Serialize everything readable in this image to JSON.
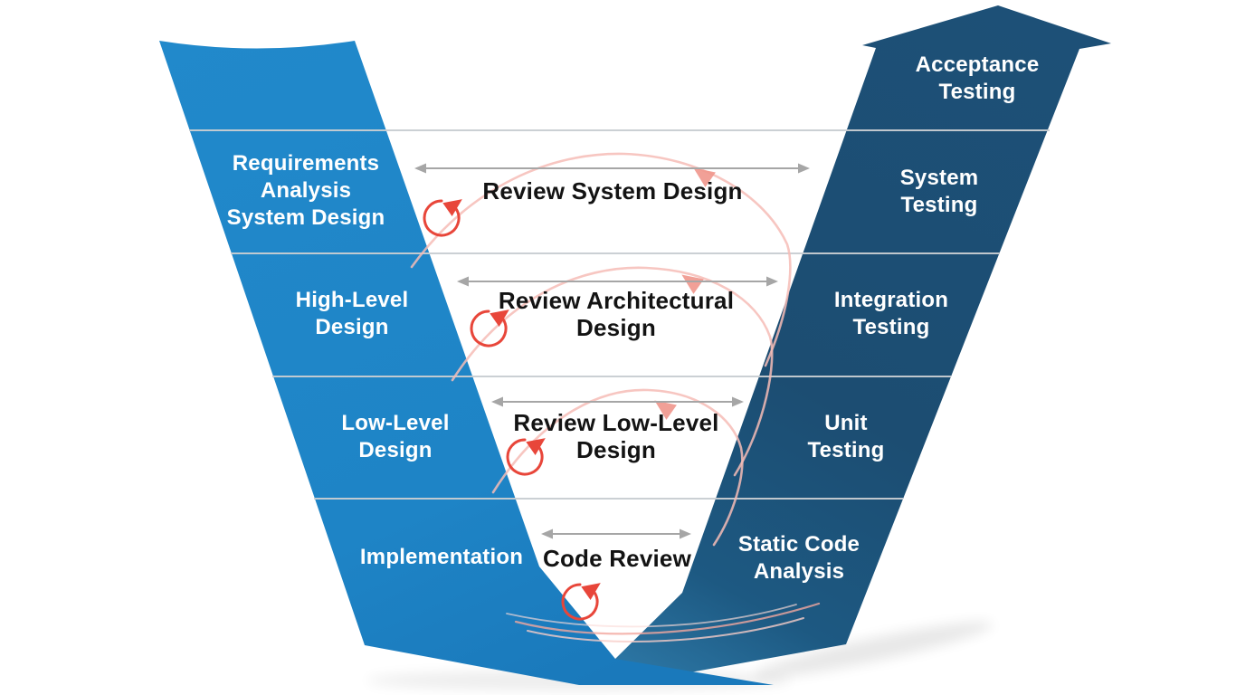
{
  "diagram": {
    "name": "v-model-development-testing-diagram",
    "left_column": {
      "stages": [
        {
          "id": "requirements-analysis-system-design",
          "label": "Requirements\nAnalysis\nSystem Design"
        },
        {
          "id": "high-level-design",
          "label": "High-Level\nDesign"
        },
        {
          "id": "low-level-design",
          "label": "Low-Level\nDesign"
        },
        {
          "id": "implementation",
          "label": "Implementation"
        }
      ]
    },
    "right_column": {
      "stages": [
        {
          "id": "acceptance-testing",
          "label": "Acceptance\nTesting"
        },
        {
          "id": "system-testing",
          "label": "System\nTesting"
        },
        {
          "id": "integration-testing",
          "label": "Integration\nTesting"
        },
        {
          "id": "unit-testing",
          "label": "Unit\nTesting"
        },
        {
          "id": "static-code-analysis",
          "label": "Static Code\nAnalysis"
        }
      ]
    },
    "center_reviews": [
      {
        "id": "review-system-design",
        "label": "Review System Design"
      },
      {
        "id": "review-architectural-design",
        "label": "Review Architectural\nDesign"
      },
      {
        "id": "review-low-level-design",
        "label": "Review Low-Level\nDesign"
      },
      {
        "id": "code-review",
        "label": "Code Review"
      }
    ],
    "icons": {
      "loop_arrow": "↻",
      "double_arrow": "↔",
      "swoosh_arrow": "↖",
      "up_arrow_band": "⬆"
    },
    "colors": {
      "left_band_blue": "#1E88C9",
      "right_band_navy": "#1C4E74",
      "loop_arrow_red": "#E8463A",
      "swoosh_pink": "#F6BCB6",
      "swoosh_arrowhead_pink": "#F0968C",
      "double_arrow_gray": "#A6A6A6",
      "separator_gray": "#C9CED2",
      "review_text": "#131313",
      "stage_text": "#FFFFFF",
      "background": "#FFFFFF"
    }
  }
}
